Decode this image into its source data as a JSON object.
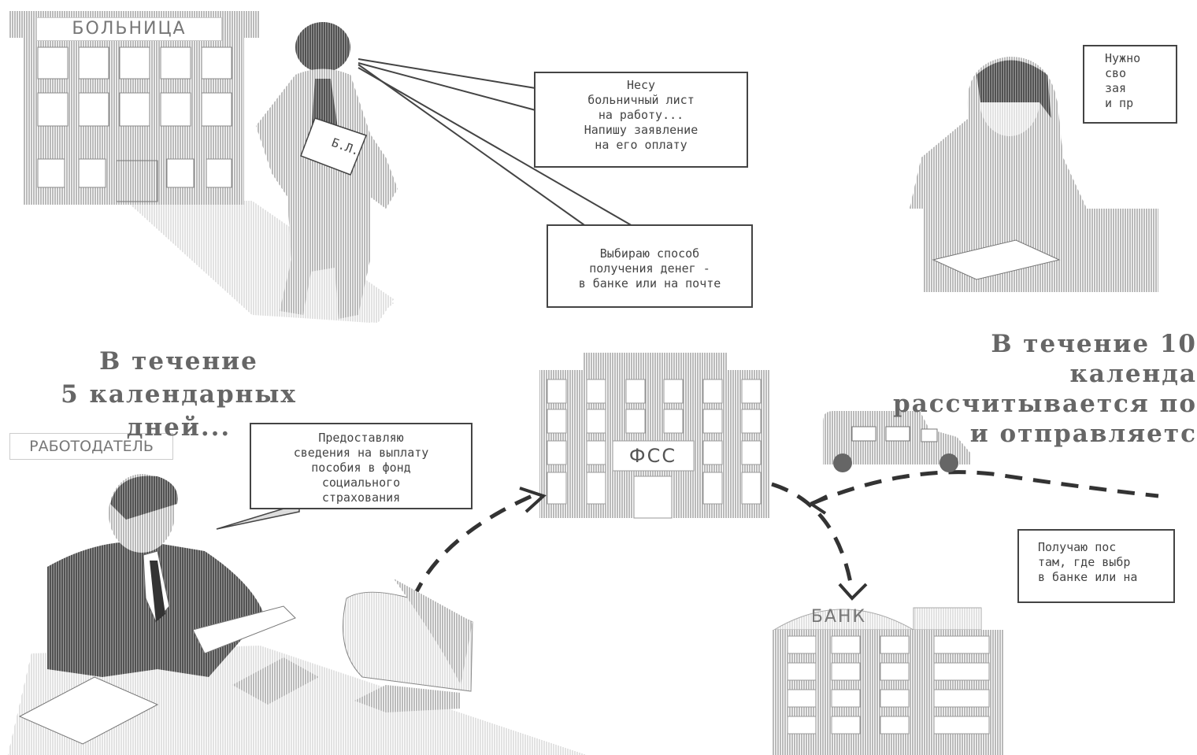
{
  "labels": {
    "hospital": "БОЛЬНИЦА",
    "sick_sheet": "Б.Л.",
    "employer": "РАБОТОДАТЕЛЬ",
    "fss": "ФСС",
    "bank": "БАНК"
  },
  "callouts": {
    "carry_sheet": "Несу\nбольничный лист\nна работу...\nНапишу заявление\nна его оплату",
    "choose_method": "Выбираю способ\nполучения денег -\nв банке или на почте",
    "employer_provides": "Предоставляю\nсведения на выплату\nпособия в фонд\nсоциального\nстрахования",
    "need_partial": "Нужно\nсво\nзая\nи пр",
    "receive_partial": "Получаю пос\nтам, где выбр\nв банке или на"
  },
  "captions": {
    "five_days": "В течение\n5 календарных дней...",
    "ten_days": "В течение 10 календа\nрассчитывается по\nи отправляетс"
  },
  "colors": {
    "line": "#444444",
    "hatch": "#9a9a9a",
    "shadow": "#d9d9d9"
  }
}
